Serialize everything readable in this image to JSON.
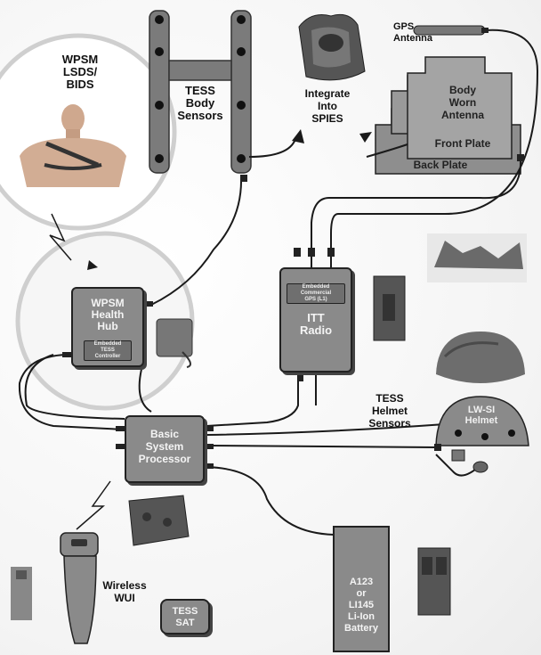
{
  "labels": {
    "wpsm_lsds": "WPSM\nLSDS/\nBIDS",
    "tess_body_sensors": "TESS\nBody\nSensors",
    "integrate_spies": "Integrate\nInto\nSPIES",
    "gps_antenna": "GPS\nAntenna",
    "body_worn_antenna": "Body\nWorn\nAntenna",
    "front_plate": "Front Plate",
    "back_plate": "Back Plate",
    "wpsm_health_hub": "WPSM\nHealth\nHub",
    "embedded_tess_controller": "Embedded\nTESS\nController",
    "embedded_gps": "Embedded\nCommercial\nGPS (L1)",
    "itt_radio": "ITT\nRadio",
    "tess_helmet_sensors": "TESS\nHelmet\nSensors",
    "lwsi_helmet": "LW-SI\nHelmet",
    "basic_system_processor": "Basic\nSystem\nProcessor",
    "wireless_wui": "Wireless\nWUI",
    "tess_sat": "TESS\nSAT",
    "battery": "A123\nor\nLI145\nLi-Ion\nBattery"
  },
  "colors": {
    "box_fill": "#8a8a8a",
    "wire": "#1a1a1a",
    "circle": "#cfcfcf"
  }
}
